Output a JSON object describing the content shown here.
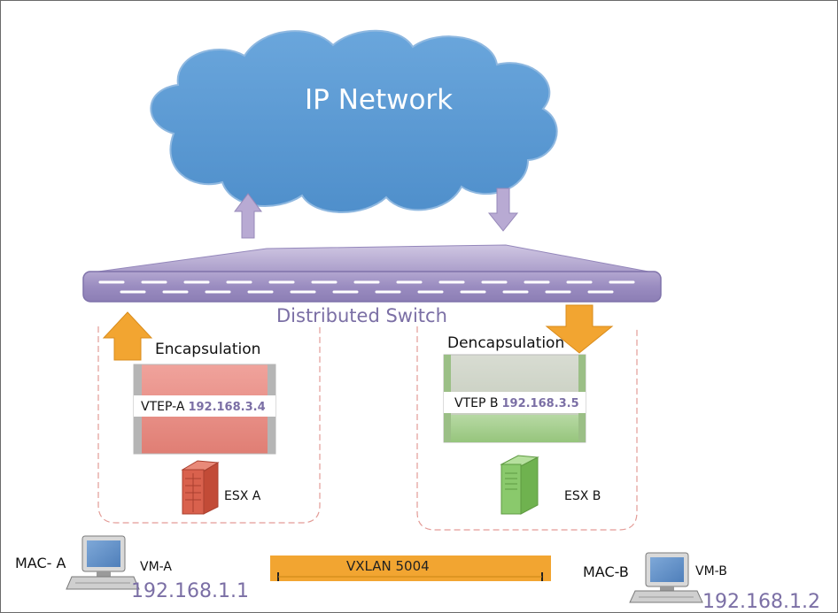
{
  "cloud": {
    "label": "IP Network"
  },
  "switch": {
    "label": "Distributed Switch"
  },
  "hosts": [
    {
      "side": "A",
      "process_label": "Encapsulation",
      "vtep_name": "VTEP-A",
      "vtep_ip": "192.168.3.4",
      "esx_label": "ESX A",
      "vtep_color": "#e8877e",
      "server_color": "#d9614d"
    },
    {
      "side": "B",
      "process_label": "Dencapsulation",
      "vtep_name": "VTEP B",
      "vtep_ip": "192.168.3.5",
      "esx_label": "ESX B",
      "vtep_color": "#9ccc84",
      "server_color": "#8ac96c"
    }
  ],
  "vms": [
    {
      "mac": "MAC- A",
      "name": "VM-A",
      "ip": "192.168.1.1"
    },
    {
      "mac": "MAC-B",
      "name": "VM-B",
      "ip": "192.168.1.2"
    }
  ],
  "vxlan": {
    "label": "VXLAN 5004",
    "color": "#f2a531"
  },
  "colors": {
    "cloud": "#5b9bd5",
    "switch": "#a89cc8",
    "arrow_orange": "#f2a531",
    "arrow_purple": "#b7a9d1",
    "label_purple": "#7b6fa5",
    "dashed_border": "#e39b96"
  }
}
